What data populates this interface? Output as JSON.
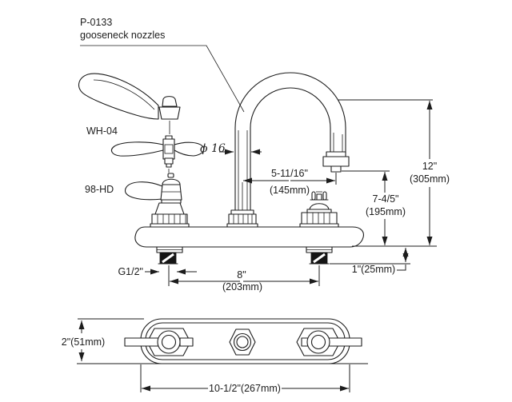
{
  "drawing": {
    "part_number": "P-0133",
    "part_description": "gooseneck nozzles",
    "wrist_handle_label": "WH-04",
    "lever_handle_label": "98-HD",
    "spout_diameter": "ϕ 16",
    "dims": {
      "reach_in": "5-11/16\"",
      "reach_mm": "(145mm)",
      "height_in": "12\"",
      "height_mm": "(305mm)",
      "outlet_in": "7-4/5\"",
      "outlet_mm": "(195mm)",
      "inlet_thread": "G1/2\"",
      "centers_in": "8\"",
      "centers_mm": "(203mm)",
      "shank_exposed": "1\"(25mm)",
      "deck_depth": "2\"(51mm)",
      "deck_length": "10-1/2\"(267mm)"
    },
    "colors": {
      "line": "#1c1c1c",
      "background": "#ffffff"
    }
  }
}
